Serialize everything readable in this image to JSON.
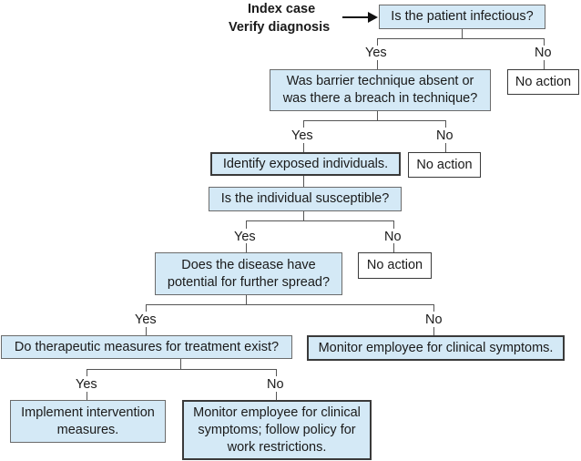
{
  "header": {
    "line1": "Index case",
    "line2": "Verify diagnosis"
  },
  "nodes": {
    "q_infectious": "Is the patient infectious?",
    "q_barrier": "Was barrier technique absent or was there a breach in technique?",
    "no_action_1": "No action",
    "identify_exposed": "Identify exposed individuals.",
    "no_action_2": "No action",
    "q_susceptible": "Is the individual susceptible?",
    "q_spread": "Does the disease have potential for further spread?",
    "no_action_3": "No action",
    "q_therapeutic": "Do therapeutic measures for treatment exist?",
    "monitor_symptoms": "Monitor employee for clinical symptoms.",
    "implement_intervention": "Implement intervention measures.",
    "monitor_restrictions": "Monitor employee for clinical symptoms; follow policy for work restrictions."
  },
  "branch_labels": {
    "yes": "Yes",
    "no": "No"
  },
  "colors": {
    "question_fill": "#d4e9f6",
    "no_action_fill": "#ffffff",
    "connector": "#555555"
  }
}
